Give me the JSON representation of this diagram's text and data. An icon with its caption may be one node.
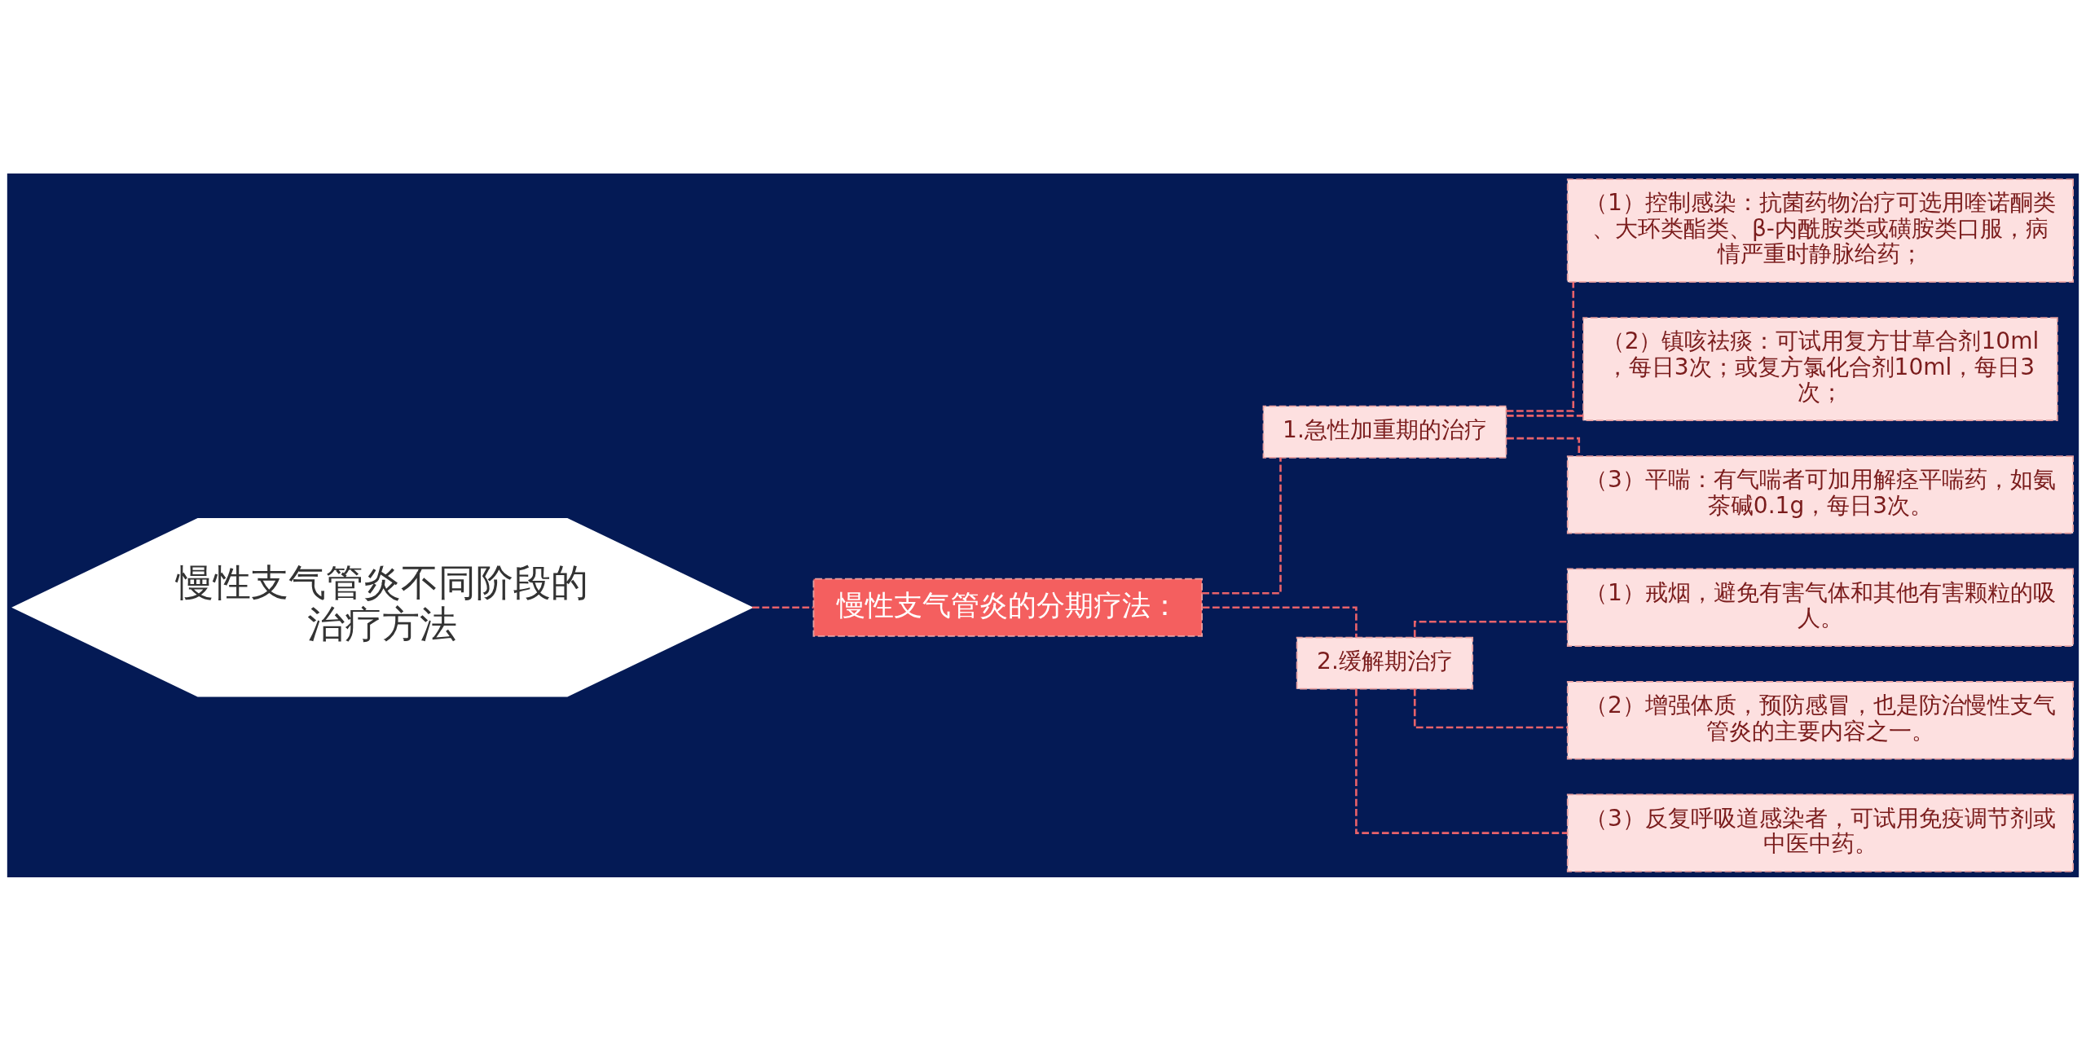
{
  "diagram": {
    "nodes": [
      {
        "text": [
          "慢性支气管炎不同阶段的治疗方法"
        ]
      },
      {
        "text": [
          "慢性支气管炎的分期疗法："
        ]
      },
      {
        "text": [
          "1.急性加重期的治疗"
        ]
      },
      {
        "text": [
          "（1）控制感染：抗菌药物治疗可选用喹诺酮类、大环类酯类、β-内酰胺类或磺胺类口服，病情严重时静脉给药；"
        ]
      },
      {
        "text": [
          "（2）镇咳祛痰：可试用复方甘草合剂10ml，每日3次；或复方氯化合剂10ml，每日3次；"
        ]
      },
      {
        "text": [
          "（3）平喘：有气喘者可加用解痉平喘药，如氨茶碱0.1g，每日3次。"
        ]
      },
      {
        "text": [
          "2.缓解期治疗"
        ]
      },
      {
        "text": [
          "（1）戒烟，避免有害气体和其他有害颗粒的吸人。"
        ]
      },
      {
        "text": [
          "（2）增强体质，预防感冒，也是防治慢性支气管炎的主要内容之一。"
        ]
      },
      {
        "text": [
          "（3）反复呼吸道感染者，可试用免疫调节剂或中医中药。"
        ]
      }
    ],
    "edges": [
      {
        "from": 0,
        "to": 1,
        "arrow": "none"
      },
      {
        "from": 1,
        "to": 2,
        "arrow": "none"
      },
      {
        "from": 2,
        "to": 3,
        "arrow": "none"
      },
      {
        "from": 2,
        "to": 4,
        "arrow": "none"
      },
      {
        "from": 2,
        "to": 5,
        "arrow": "none"
      },
      {
        "from": 1,
        "to": 6,
        "arrow": "none"
      },
      {
        "from": 6,
        "to": 7,
        "arrow": "none"
      },
      {
        "from": 6,
        "to": 8,
        "arrow": "none"
      },
      {
        "from": 6,
        "to": 9,
        "arrow": "none"
      }
    ]
  }
}
